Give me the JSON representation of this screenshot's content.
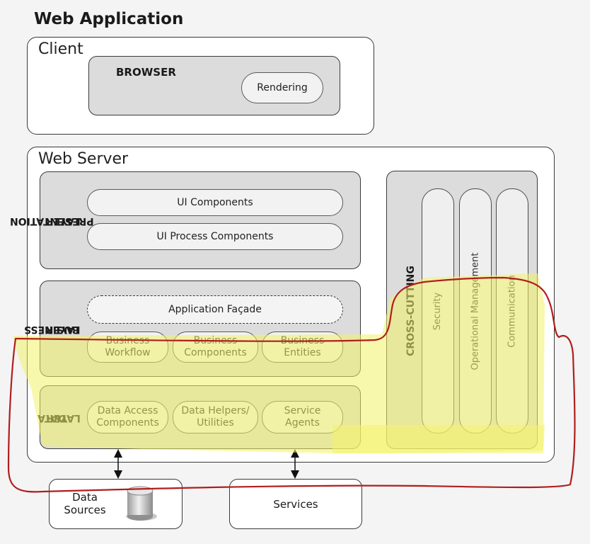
{
  "title": "Web Application",
  "client": {
    "label": "Client",
    "browser": {
      "label": "BROWSER",
      "rendering": "Rendering"
    }
  },
  "web_server": {
    "label": "Web Server",
    "presentation": {
      "label_line1": "PRESENTATION",
      "label_line2": "LAYER",
      "items": [
        "UI Components",
        "UI Process Components"
      ]
    },
    "business": {
      "label_line1": "BUSINESS",
      "label_line2": "LAYER",
      "facade": "Application Façade",
      "items": [
        {
          "line1": "Business",
          "line2": "Workflow"
        },
        {
          "line1": "Business",
          "line2": "Components"
        },
        {
          "line1": "Business",
          "line2": "Entities"
        }
      ]
    },
    "data": {
      "label_line1": "DATA",
      "label_line2": "LAYER",
      "items": [
        {
          "line1": "Data Access",
          "line2": "Components"
        },
        {
          "line1": "Data Helpers/",
          "line2": "Utilities"
        },
        {
          "line1": "Service",
          "line2": "Agents"
        }
      ]
    },
    "cross_cutting": {
      "label": "CROSS-CUTTING",
      "items": [
        "Security",
        "Operational Management",
        "Communication"
      ]
    }
  },
  "data_sources": {
    "line1": "Data",
    "line2": "Sources"
  },
  "services": "Services",
  "annotations": {
    "highlight_color": "#f3f36a",
    "outline_color": "#b01e1e"
  }
}
